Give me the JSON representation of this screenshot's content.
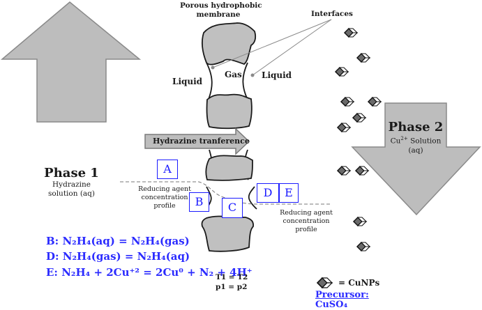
{
  "membrane": {
    "title_line1": "Porous hydrophobic",
    "title_line2": "membrane",
    "interfaces_label": "Interfaces",
    "liquid_left": "Liquid",
    "gas": "Gas",
    "liquid_right": "Liquid",
    "transfer_arrow": "Hydrazine tranference",
    "conditions_line1": "T1 = T2",
    "conditions_line2": "p1 = p2"
  },
  "phase1": {
    "title": "Phase 1",
    "line1": "Hydrazine",
    "line2": "solution (aq)"
  },
  "phase2": {
    "title": "Phase 2",
    "line1_base": "Cu",
    "line1_sup": "2+",
    "line1_rest": " Solution",
    "line2": "(aq)"
  },
  "profile_left": {
    "line1": "Reducing agent",
    "line2": "concentration",
    "line3": "profile"
  },
  "profile_right": {
    "line1": "Reducing agent",
    "line2": "concentration",
    "line3": "profile"
  },
  "boxes": {
    "a": "A",
    "b": "B",
    "c": "C",
    "d": "D",
    "e": "E"
  },
  "equations": {
    "b": "B: N₂H₄(aq) = N₂H₄(gas)",
    "d": "D: N₂H₄(gas) = N₂H₄(aq)",
    "e": "E: N₂H₄ + 2Cu⁺² = 2Cu⁰ + N₂ + 4H⁺"
  },
  "legend": {
    "cunp_label": "= CuNPs",
    "precursor_title": "Precursor:",
    "precursor_value": "CuSO₄"
  },
  "colors": {
    "accent_blue": "#2b2bff",
    "arrow_gray": "#bdbdbd",
    "membrane_gray": "#c0c0c0",
    "particle_gray": "#707070"
  }
}
